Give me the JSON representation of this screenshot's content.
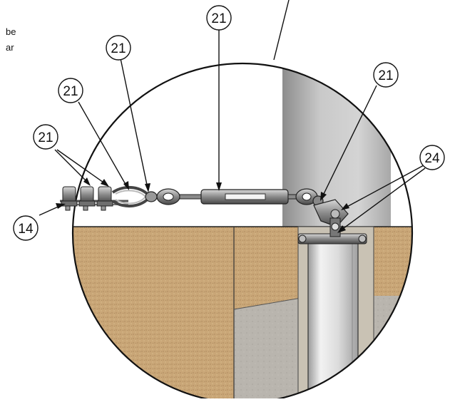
{
  "corner_text": [
    "be",
    "ar"
  ],
  "callouts": [
    "21",
    "21",
    "21",
    "21",
    "21",
    "24",
    "14"
  ],
  "colors": {
    "soil": "#c9a677",
    "concrete": "#b9b5ae",
    "pole": "#c4c4c4",
    "pipe": "#dedede",
    "steel": "#8a8a8a",
    "outline": "#222222"
  }
}
